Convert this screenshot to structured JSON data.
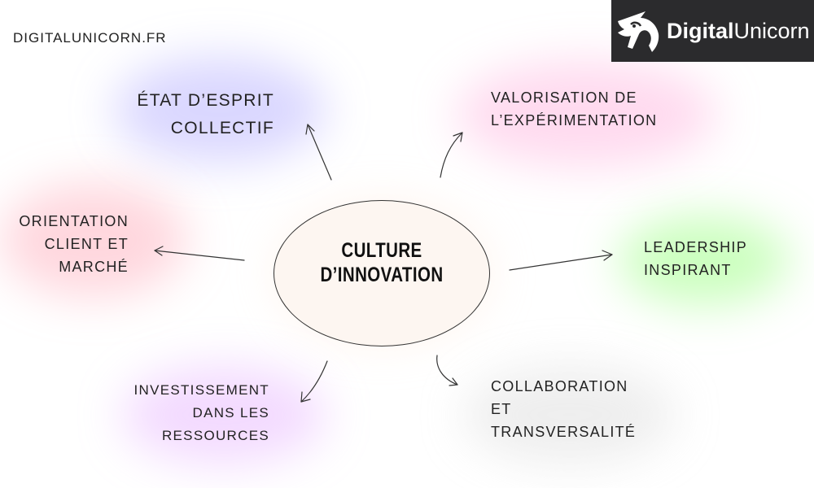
{
  "header": {
    "site_url": "DIGITALUNICORN.FR",
    "logo": {
      "bold_part": "Digital",
      "light_part": "Unicorn",
      "icon": "unicorn-head-icon",
      "background": "#2b2b2d"
    }
  },
  "diagram": {
    "center": {
      "line1": "CULTURE",
      "line2": "D’INNOVATION"
    },
    "nodes": [
      {
        "id": "etat",
        "lines": [
          "ÉTAT D’ESPRIT",
          "COLLECTIF"
        ],
        "glow": "#968cff"
      },
      {
        "id": "valorisation",
        "lines": [
          "VALORISATION DE",
          "L’EXPÉRIMENTATION"
        ],
        "glow": "#ff96d2"
      },
      {
        "id": "orientation",
        "lines": [
          "ORIENTATION",
          "CLIENT ET",
          "MARCHÉ"
        ],
        "glow": "#ff8ca0"
      },
      {
        "id": "leadership",
        "lines": [
          "LEADERSHIP",
          "INSPIRANT"
        ],
        "glow": "#8cff6e"
      },
      {
        "id": "investissement",
        "lines": [
          "INVESTISSEMENT",
          "DANS LES",
          "RESSOURCES"
        ],
        "glow": "#dc96ff"
      },
      {
        "id": "collaboration",
        "lines": [
          "COLLABORATION",
          "ET",
          "TRANSVERSALITÉ"
        ],
        "glow": "#c8c8c8"
      }
    ]
  }
}
